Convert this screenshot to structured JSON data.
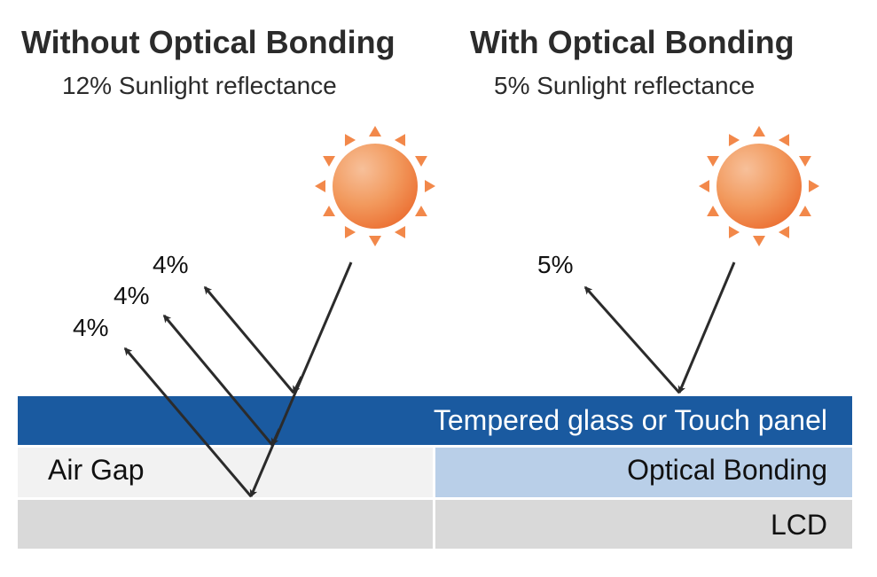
{
  "left": {
    "title": "Without Optical Bonding",
    "subtitle": "12% Sunlight reflectance",
    "reflections": [
      "4%",
      "4%",
      "4%"
    ]
  },
  "right": {
    "title": "With Optical Bonding",
    "subtitle": "5% Sunlight reflectance",
    "reflections": [
      "5%"
    ]
  },
  "layers": {
    "glass": "Tempered glass or Touch panel",
    "air_gap": "Air Gap",
    "optical_bonding": "Optical Bonding",
    "lcd": "LCD"
  },
  "colors": {
    "glass": "#1a5aa0",
    "optical_bonding": "#b9cfe8",
    "air_gap": "#f2f2f2",
    "lcd": "#d9d9d9",
    "sun_core": "#f0803c",
    "sun_rays": "#f2884a",
    "arrow": "#2b2b2b"
  }
}
